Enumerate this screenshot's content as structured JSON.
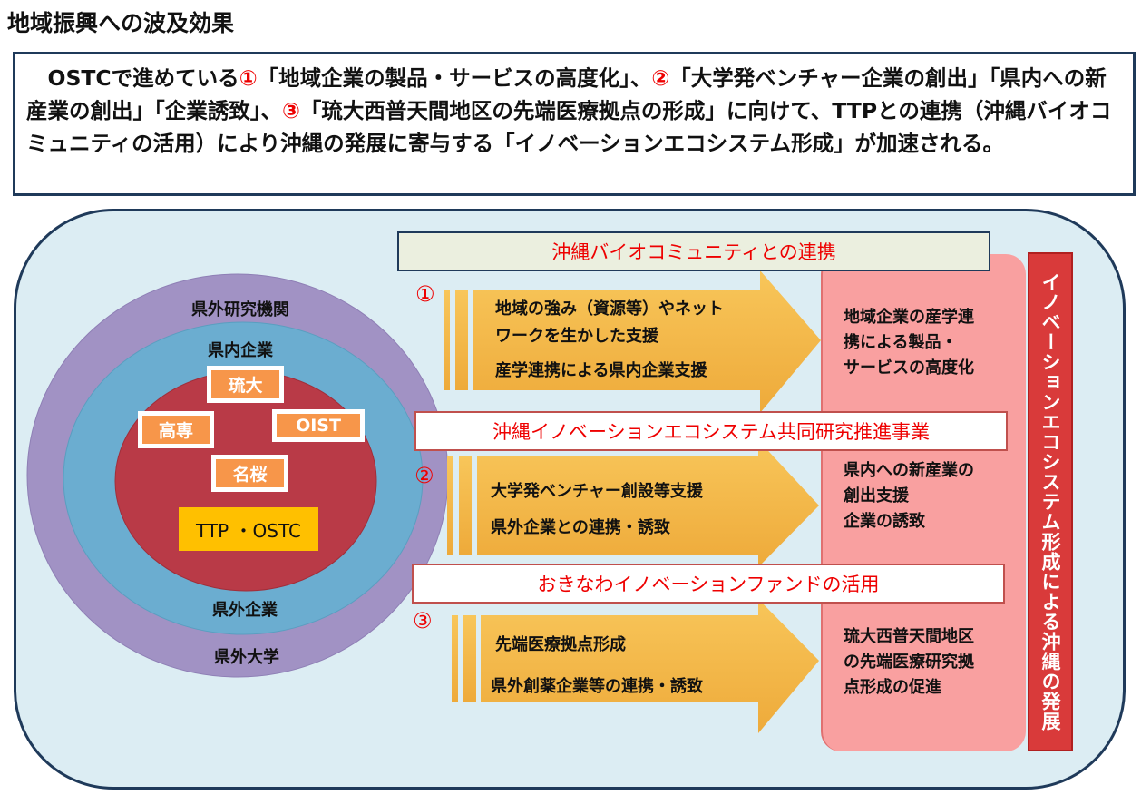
{
  "title": "地域振興への波及効果",
  "summary": {
    "p1": "OSTCで進めている",
    "n1": "①",
    "p2": "「地域企業の製品・サービスの高度化」、",
    "n2": "②",
    "p3": "「大学発ベンチャー企業の創出」「県内への新産業の創出」「企業誘致」、",
    "n3": "③",
    "p4": "「琉大西普天間地区の先端医療拠点の形成」に向けて、TTPとの連携（沖縄バイオコミュニティの活用）により沖縄の発展に寄与する「イノベーションエコシステム形成」が加速される。"
  },
  "circles": {
    "outer_top": "県外研究機関",
    "outer_bottom": "県外大学",
    "middle_top": "県内企業",
    "middle_bottom": "県外企業",
    "chips": [
      "琉大",
      "高専",
      "OIST",
      "名桜"
    ],
    "core": "TTP ・OSTC"
  },
  "bands": [
    "沖縄バイオコミュニティとの連携",
    "沖縄イノベーションエコシステム共同研究推進事業",
    "おきなわイノベーションファンドの活用"
  ],
  "arrows": [
    {
      "num": "①",
      "lines": [
        "地域の強み（資源等）やネット",
        "ワークを生かした支援",
        "産学連携による県内企業支援"
      ]
    },
    {
      "num": "②",
      "lines": [
        "大学発ベンチャー創設等支援",
        "県外企業との連携・誘致"
      ]
    },
    {
      "num": "③",
      "lines": [
        "先端医療拠点形成",
        "県外創薬企業等の連携・誘致"
      ]
    }
  ],
  "outcomes": [
    [
      "地域企業の産学連",
      "携による製品・",
      "サービスの高度化"
    ],
    [
      "県内への新産業の",
      "創出支援",
      "企業の誘致"
    ],
    [
      "琉大西普天間地区",
      "の先端医療研究拠",
      "点形成の促進"
    ]
  ],
  "vertical": "イノベーションエコシステム形成による沖縄の発展",
  "colors": {
    "arrow": "#f4b942",
    "pink": "#f9a0a0",
    "red": "#d93a3a",
    "accent": "#e00000"
  }
}
